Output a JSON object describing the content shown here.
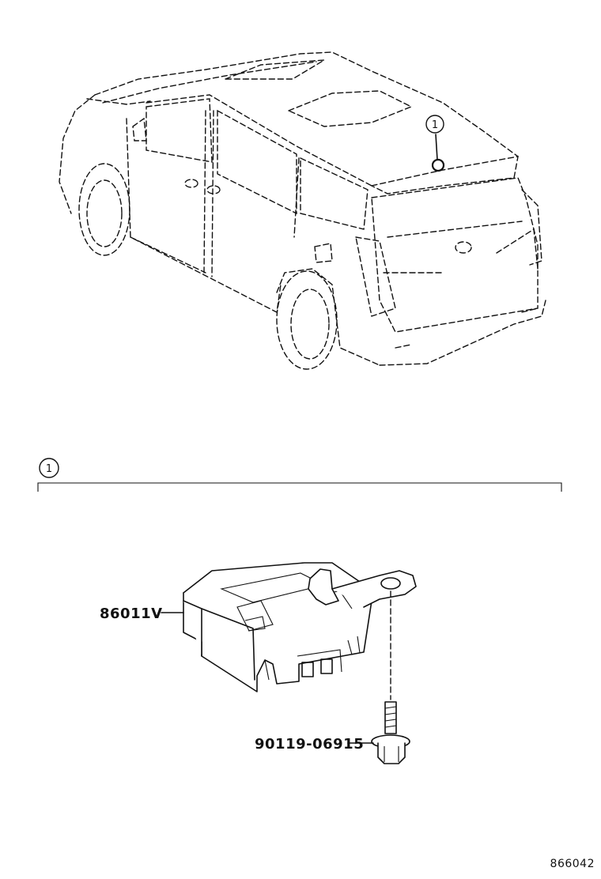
{
  "callouts": {
    "vehicle_marker": "1",
    "section_marker": "1"
  },
  "parts": [
    {
      "part_number": "86011V"
    },
    {
      "part_number": "90119-06915"
    }
  ],
  "diagram_reference": "866042"
}
